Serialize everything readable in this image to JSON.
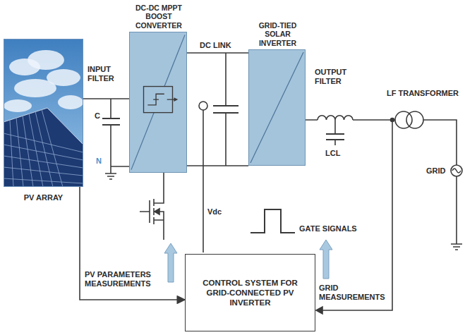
{
  "diagram": {
    "nodes": [
      {
        "text": [
          "PV ARRAY"
        ]
      },
      {
        "text": [
          "DC-DC MPPT BOOST CONVERTER"
        ]
      },
      {
        "text": [
          "GRID-TIED SOLAR INVERTER"
        ]
      },
      {
        "text": [
          "CONTROL SYSTEM FOR GRID-CONNECTED PV INVERTER"
        ]
      }
    ],
    "edges": [
      {
        "from": 0,
        "to": 1,
        "arrow": "none"
      },
      {
        "from": 1,
        "to": 2,
        "arrow": "none"
      },
      {
        "from": 0,
        "to": 3,
        "arrow": "to"
      }
    ],
    "labels": [
      "INPUT FILTER",
      "C",
      "N",
      "DC LINK",
      "OUTPUT FILTER",
      "LCL",
      "LF TRANSFORMER",
      "GRID",
      "Vdc",
      "GATE SIGNALS",
      "PV PARAMETERS MEASUREMENTS",
      "GRID MEASUREMENTS"
    ]
  }
}
